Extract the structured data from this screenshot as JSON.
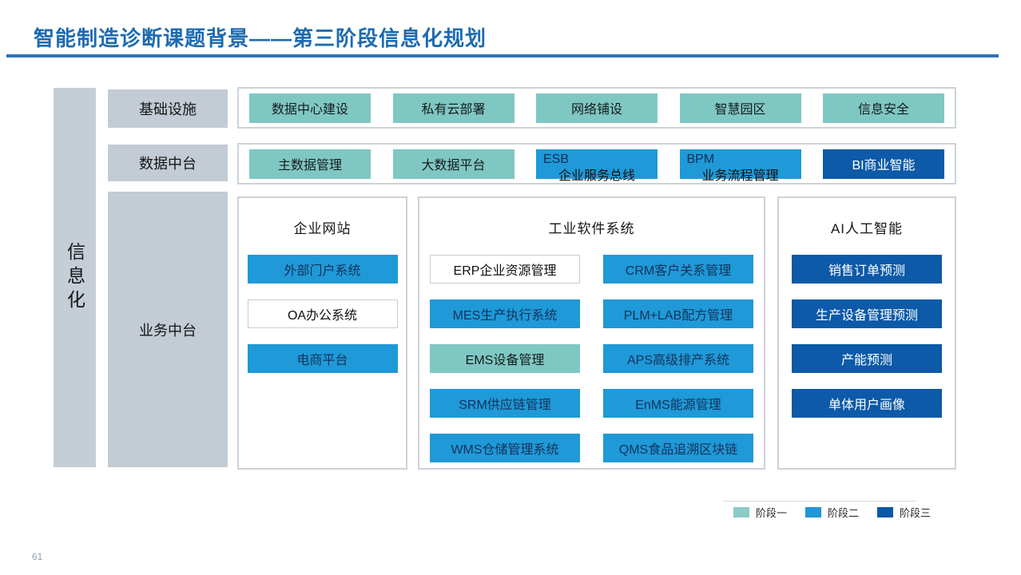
{
  "slide": {
    "title": "智能制造诊断课题背景——第三阶段信息化规划",
    "page_number": "61"
  },
  "colors": {
    "title_blue": "#1E6BB0",
    "phase1_teal": "#7FC7C3",
    "phase2_blue": "#1F99D7",
    "phase3_dark_blue": "#0C5AA8",
    "label_gray": "#C3CBD4"
  },
  "side_label": "信息化",
  "rows": {
    "infrastructure": {
      "label": "基础设施",
      "items": [
        {
          "text": "数据中心建设",
          "phase": 1
        },
        {
          "text": "私有云部署",
          "phase": 1
        },
        {
          "text": "网络铺设",
          "phase": 1
        },
        {
          "text": "智慧园区",
          "phase": 1
        },
        {
          "text": "信息安全",
          "phase": 1
        }
      ]
    },
    "data_platform": {
      "label": "数据中台",
      "items": [
        {
          "text": "主数据管理",
          "phase": 1
        },
        {
          "text": "大数据平台",
          "phase": 1
        },
        {
          "en": "ESB",
          "cn": "企业服务总线",
          "phase": 2
        },
        {
          "en": "BPM",
          "cn": "业务流程管理",
          "phase": 2
        },
        {
          "text": "BI商业智能",
          "phase": 3
        }
      ]
    },
    "business_platform": {
      "label": "业务中台",
      "web": {
        "title": "企业网站",
        "items": [
          {
            "text": "外部门户系统",
            "phase": 2
          },
          {
            "text": "OA办公系统"
          },
          {
            "text": "电商平台",
            "phase": 2
          }
        ]
      },
      "industrial": {
        "title": "工业软件系统",
        "col1": [
          {
            "text": "ERP企业资源管理"
          },
          {
            "text": "MES生产执行系统",
            "phase": 2
          },
          {
            "text": "EMS设备管理",
            "phase": 1
          },
          {
            "text": "SRM供应链管理",
            "phase": 2
          },
          {
            "text": "WMS仓储管理系统",
            "phase": 2
          }
        ],
        "col2": [
          {
            "text": "CRM客户关系管理",
            "phase": 2
          },
          {
            "text": "PLM+LAB配方管理",
            "phase": 2
          },
          {
            "text": "APS高级排产系统",
            "phase": 2
          },
          {
            "text": "EnMS能源管理",
            "phase": 2
          },
          {
            "text": "QMS食品追溯区块链",
            "phase": 2
          }
        ]
      },
      "ai": {
        "title": "AI人工智能",
        "items": [
          {
            "text": "销售订单预测",
            "phase": 3
          },
          {
            "text": "生产设备管理预测",
            "phase": 3
          },
          {
            "text": "产能预测",
            "phase": 3
          },
          {
            "text": "单体用户画像",
            "phase": 3
          }
        ]
      }
    }
  },
  "legend": {
    "items": [
      {
        "label": "阶段一",
        "color": "#8BCBC8"
      },
      {
        "label": "阶段二",
        "color": "#2196D8"
      },
      {
        "label": "阶段三",
        "color": "#0B57A8"
      }
    ]
  }
}
